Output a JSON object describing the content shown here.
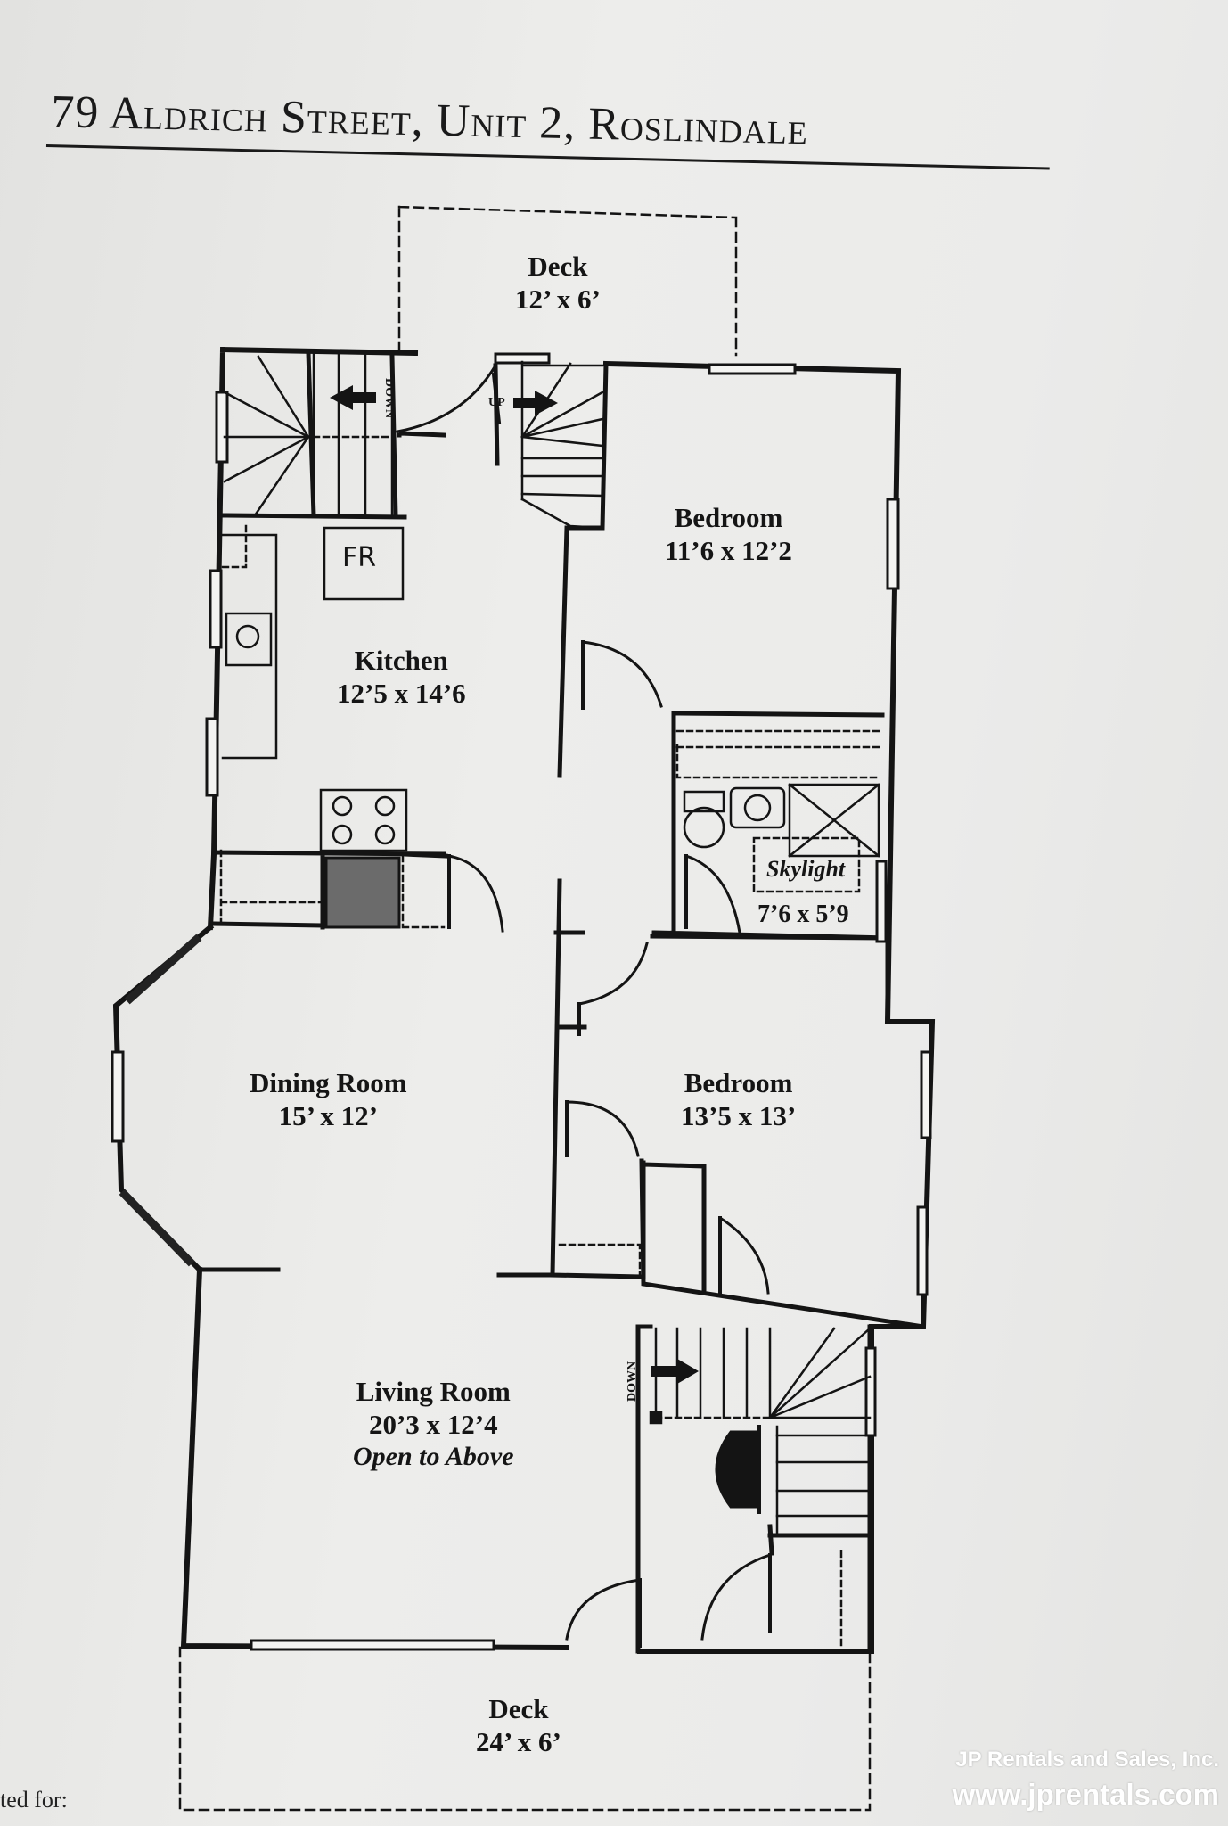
{
  "title": "79 Aldrich Street, Unit 2, Roslindale",
  "rooms": {
    "deck_top": {
      "name": "Deck",
      "dims": "12’ x 6’"
    },
    "bedroom_1": {
      "name": "Bedroom",
      "dims": "11’6 x 12’2"
    },
    "kitchen": {
      "name": "Kitchen",
      "dims": "12’5 x 14’6"
    },
    "bath": {
      "label": "Skylight",
      "dims": "7’6 x 5’9"
    },
    "dining": {
      "name": "Dining Room",
      "dims": "15’ x 12’"
    },
    "bedroom_2": {
      "name": "Bedroom",
      "dims": "13’5 x 13’"
    },
    "living": {
      "name": "Living Room",
      "dims": "20’3 x 12’4",
      "note": "Open to Above"
    },
    "deck_bottom": {
      "name": "Deck",
      "dims": "24’ x 6’"
    }
  },
  "labels": {
    "fr": "FR",
    "down_top": "DOWN",
    "up": "UP",
    "down_bottom": "DOWN"
  },
  "footer": {
    "company": "JP Rentals and Sales, Inc.",
    "url": "www.jprentals.com",
    "corner": "ted for:"
  }
}
